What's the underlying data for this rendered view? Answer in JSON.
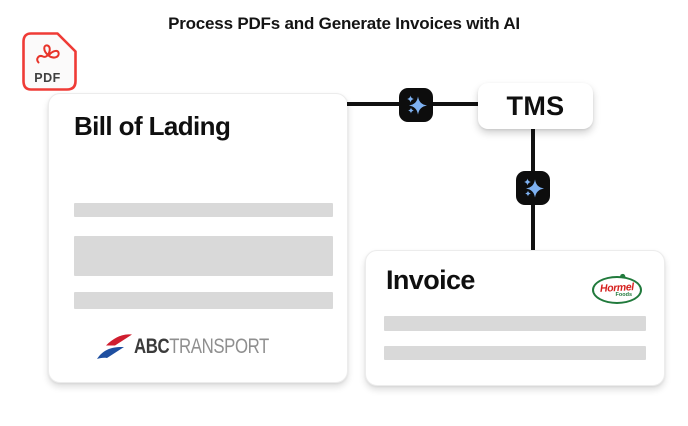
{
  "title": "Process PDFs and Generate Invoices with AI",
  "pdf_icon": {
    "label": "PDF"
  },
  "bill_of_lading": {
    "title": "Bill of Lading",
    "logo": {
      "abc": "ABC",
      "transport": "TRANSPORT"
    }
  },
  "tms": {
    "label": "TMS"
  },
  "invoice": {
    "title": "Invoice",
    "logo": {
      "name": "Hormel",
      "sub": "Foods"
    }
  },
  "colors": {
    "connector_black": "#111111",
    "sparkle_blue": "#7eb1f1",
    "node_background": "#0d0d0d",
    "placeholder_gray": "#d9d9d9",
    "pdf_red": "#ef3b36",
    "hormel_red": "#d6221f",
    "hormel_green": "#217a3c",
    "abc_red": "#d01e2f",
    "abc_blue": "#1e4fa0"
  }
}
